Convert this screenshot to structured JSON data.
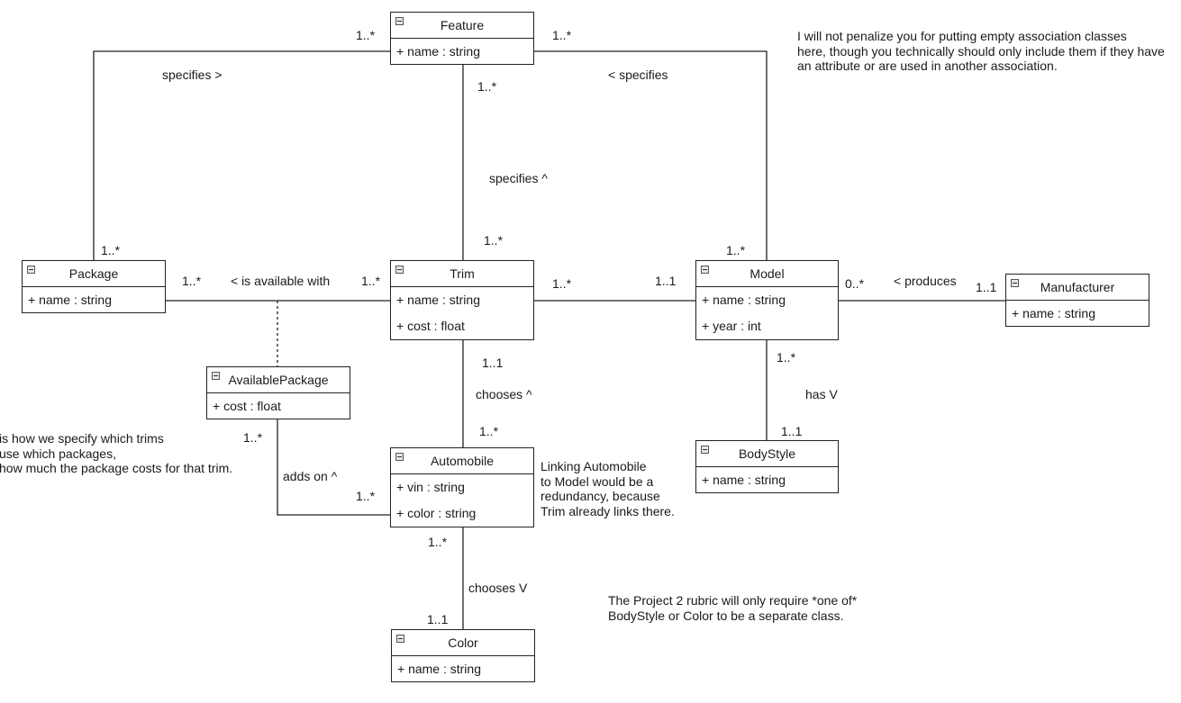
{
  "classes": {
    "feature": {
      "name": "Feature",
      "attrs": [
        "+ name : string"
      ]
    },
    "package": {
      "name": "Package",
      "attrs": [
        "+ name : string"
      ]
    },
    "trim": {
      "name": "Trim",
      "attrs": [
        "+ name : string",
        "+ cost : float"
      ]
    },
    "model": {
      "name": "Model",
      "attrs": [
        "+ name : string",
        "+ year : int"
      ]
    },
    "manufacturer": {
      "name": "Manufacturer",
      "attrs": [
        "+ name : string"
      ]
    },
    "available_package": {
      "name": "AvailablePackage",
      "attrs": [
        "+ cost : float"
      ]
    },
    "automobile": {
      "name": "Automobile",
      "attrs": [
        "+ vin : string",
        "+ color : string"
      ]
    },
    "bodystyle": {
      "name": "BodyStyle",
      "attrs": [
        "+ name : string"
      ]
    },
    "color": {
      "name": "Color",
      "attrs": [
        "+ name : string"
      ]
    }
  },
  "associations": {
    "package_feature": {
      "label": "specifies >",
      "mult_feature": "1..*",
      "mult_package": "1..*"
    },
    "model_feature": {
      "label": "< specifies",
      "mult_feature": "1..*",
      "mult_model": "1..*"
    },
    "trim_feature": {
      "label": "specifies ^",
      "mult_feature": "1..*",
      "mult_trim": "1..*"
    },
    "package_trim": {
      "label": "< is available with",
      "mult_package": "1..*",
      "mult_trim": "1..*"
    },
    "trim_model": {
      "mult_trim": "1..*",
      "mult_model": "1..1"
    },
    "model_manufacturer": {
      "label": "< produces",
      "mult_model": "0..*",
      "mult_manufacturer": "1..1"
    },
    "trim_automobile": {
      "label": "chooses ^",
      "mult_trim": "1..1",
      "mult_automobile": "1..*"
    },
    "model_bodystyle": {
      "label": "has V",
      "mult_model": "1..*",
      "mult_bodystyle": "1..1"
    },
    "availablepackage_automobile": {
      "label": "adds on ^",
      "mult_availablepackage": "1..*",
      "mult_automobile": "1..*"
    },
    "automobile_color": {
      "label": "chooses V",
      "mult_automobile": "1..*",
      "mult_color": "1..1"
    }
  },
  "notes": {
    "top_right": [
      "I will not penalize you for putting empty association classes",
      "here, though you technically should only include them if they have",
      "an attribute or are used in another association."
    ],
    "left": [
      "is how we specify which trims",
      "use which packages,",
      "how much the package costs for that trim."
    ],
    "automobile": [
      "Linking Automobile",
      "to Model would be a",
      "redundancy, because",
      "Trim already links there."
    ],
    "bottom": [
      "The Project 2 rubric will only require *one of*",
      "BodyStyle or Color to be a separate class."
    ]
  }
}
